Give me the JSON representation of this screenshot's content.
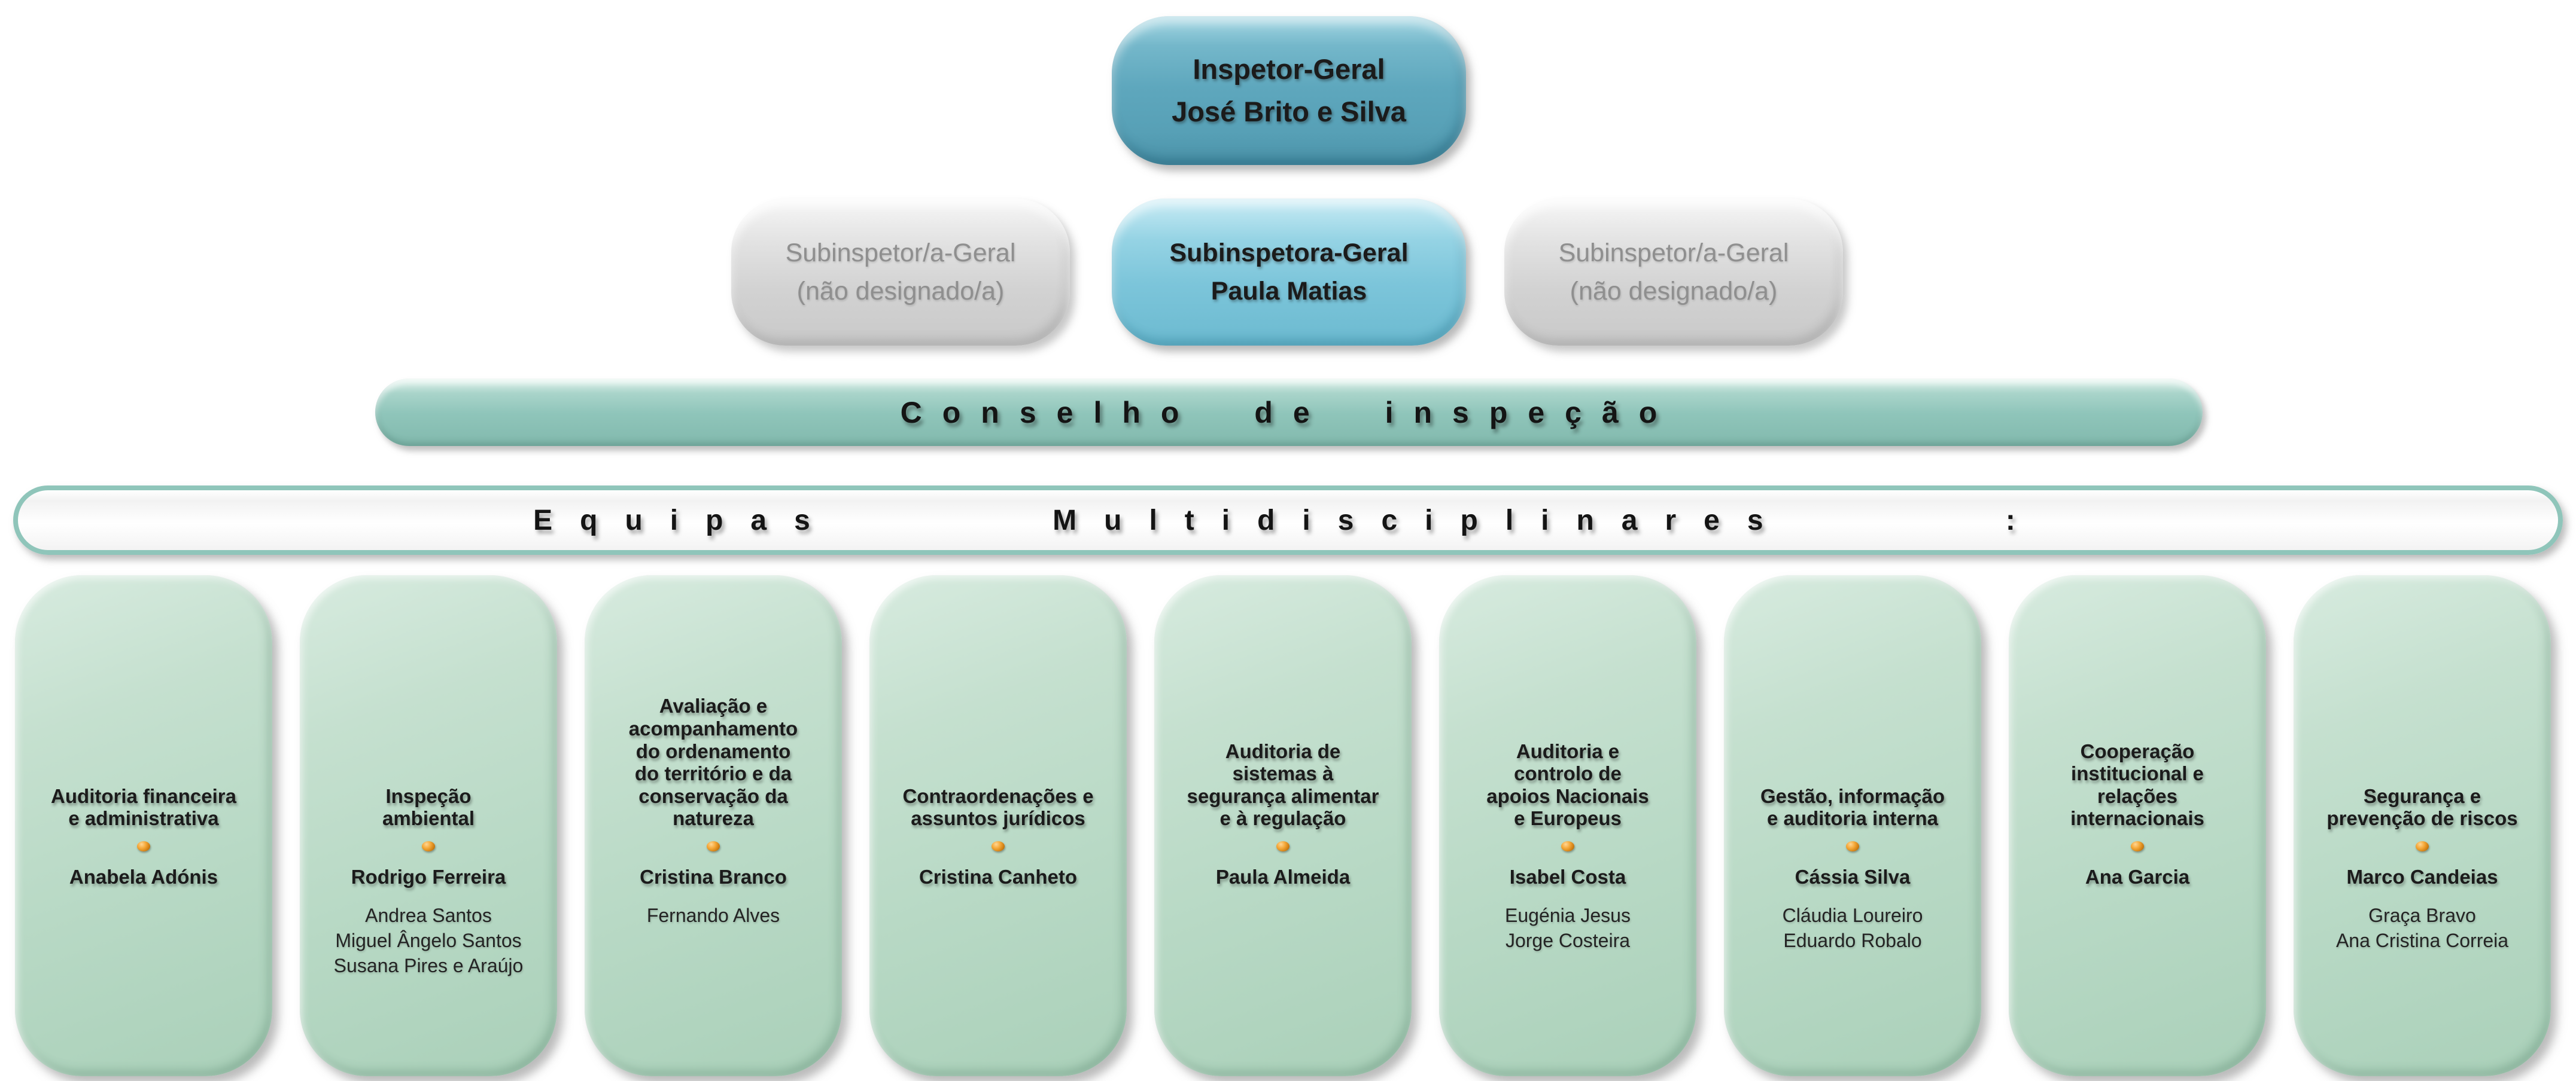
{
  "chart": {
    "root": {
      "title": "Inspetor-Geral",
      "name": "José Brito e Silva"
    },
    "deputies": [
      {
        "title": "Subinspetor/a-Geral",
        "name": "(não designado/a)"
      },
      {
        "title": "Subinspetora-Geral",
        "name": "Paula Matias"
      },
      {
        "title": "Subinspetor/a-Geral",
        "name": "(não designado/a)"
      }
    ],
    "council_label": "Conselho de inspeção",
    "teams_label": "Equipas Multidisciplinares :",
    "teams": [
      {
        "title": "Auditoria financeira\ne administrativa",
        "leader": "Anabela Adónis",
        "members": []
      },
      {
        "title": "Inspeção\nambiental",
        "leader": "Rodrigo Ferreira",
        "members": [
          "Andrea Santos",
          "Miguel Ângelo Santos",
          "Susana Pires e Araújo"
        ]
      },
      {
        "title": "Avaliação e\nacompanhamento\ndo ordenamento\ndo território e da\nconservação da\nnatureza",
        "leader": "Cristina Branco",
        "members": [
          "Fernando Alves"
        ]
      },
      {
        "title": "Contraordenações e\nassuntos jurídicos",
        "leader": "Cristina Canheto",
        "members": []
      },
      {
        "title": "Auditoria de\nsistemas à\nsegurança alimentar\ne à regulação",
        "leader": "Paula Almeida",
        "members": []
      },
      {
        "title": "Auditoria e\ncontrolo de\napoios Nacionais\ne Europeus",
        "leader": "Isabel Costa",
        "members": [
          "Eugénia Jesus",
          "Jorge Costeira"
        ]
      },
      {
        "title": "Gestão, informação\ne auditoria interna",
        "leader": "Cássia Silva",
        "members": [
          "Cláudia Loureiro",
          "Eduardo Robalo"
        ]
      },
      {
        "title": "Cooperação\ninstitucional e\nrelações\ninternacionais",
        "leader": "Ana Garcia",
        "members": []
      },
      {
        "title": "Segurança e\nprevenção de riscos",
        "leader": "Marco Candeias",
        "members": [
          "Graça Bravo",
          "Ana Cristina Correia"
        ]
      }
    ],
    "colors": {
      "root_fill": "#5ea7bd",
      "deputy_vacant_fill": "#d2d2d2",
      "deputy_filled_fill": "#7cc5da",
      "council_fill": "#8fc5ba",
      "teams_bar_border": "#8fc5ba",
      "team_card_fill": "#b8d9c5",
      "bullet": "#f5a838",
      "vacant_text": "#8f8f8f",
      "text": "#1b1b1b"
    }
  }
}
